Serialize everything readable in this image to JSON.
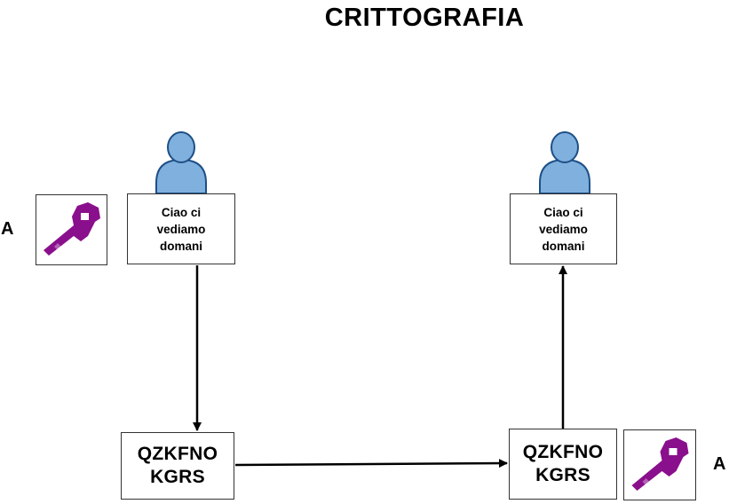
{
  "title": "CRITTOGRAFIA",
  "sender": {
    "label": "A",
    "message_lines": [
      "Ciao ci",
      "vediamo",
      "domani"
    ],
    "key_icon": "key-icon"
  },
  "receiver": {
    "label": "A",
    "message_lines": [
      "Ciao ci",
      "vediamo",
      "domani"
    ],
    "key_icon": "key-icon"
  },
  "ciphertext_left_lines": [
    "QZKFNO",
    "KGRS"
  ],
  "ciphertext_right_lines": [
    "QZKFNO",
    "KGRS"
  ],
  "colors": {
    "key": "#8a0f8c",
    "person_fill": "#7fb0de",
    "person_stroke": "#1d4f86"
  }
}
